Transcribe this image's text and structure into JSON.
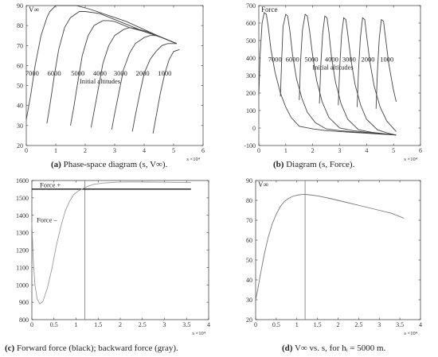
{
  "captions": {
    "a": {
      "letter": "(a)",
      "text": "Phase-space diagram (s, V∞)."
    },
    "b": {
      "letter": "(b)",
      "text": "Diagram (s, Force)."
    },
    "c": {
      "letter": "(c)",
      "text": "Forward force (black); backward force (gray)."
    },
    "d": {
      "letter": "(d)",
      "text": "V∞ vs. s, for hᵢ = 5000 m."
    }
  },
  "chart_data": [
    {
      "id": "a",
      "type": "line",
      "ylabel": "V∞",
      "xlabel": "s",
      "x_multiplier": "×10⁴",
      "xlim": [
        0,
        6
      ],
      "ylim": [
        20,
        90
      ],
      "xticks": [
        "0",
        "1",
        "2",
        "3",
        "4",
        "5",
        "6"
      ],
      "yticks": [
        "20",
        "30",
        "40",
        "50",
        "60",
        "70",
        "80",
        "90"
      ],
      "annotation": "Initial altitudes",
      "altitude_labels": [
        "7000",
        "6000",
        "5000",
        "4000",
        "3000",
        "2000",
        "1000"
      ],
      "series": [
        {
          "name": "7000",
          "x": [
            0,
            0.15,
            0.3,
            0.5,
            0.7,
            0.8,
            1.0,
            1.3,
            1.7,
            2.2,
            2.8,
            3.4,
            4.0,
            4.6,
            5.1
          ],
          "y": [
            33,
            45,
            60,
            75,
            84,
            87,
            90,
            91,
            90,
            88,
            85,
            82,
            78,
            74,
            71
          ]
        },
        {
          "name": "6000",
          "x": [
            0.7,
            0.8,
            0.95,
            1.1,
            1.3,
            1.5,
            1.8,
            2.0,
            2.5,
            3.0,
            3.5,
            4.0,
            4.6,
            5.1
          ],
          "y": [
            31,
            40,
            55,
            68,
            79,
            84,
            87,
            87,
            86,
            83,
            80,
            77,
            74,
            71
          ]
        },
        {
          "name": "5000",
          "x": [
            1.5,
            1.6,
            1.75,
            1.9,
            2.1,
            2.3,
            2.6,
            2.8,
            3.0,
            3.5,
            4.0,
            4.6,
            5.1
          ],
          "y": [
            30,
            38,
            52,
            65,
            75,
            80,
            82.5,
            82.5,
            82,
            79,
            77,
            74,
            71
          ]
        },
        {
          "name": "4000",
          "x": [
            2.2,
            2.3,
            2.45,
            2.6,
            2.8,
            3.0,
            3.3,
            3.5,
            3.7,
            4.1,
            4.6,
            5.1
          ],
          "y": [
            29,
            37,
            49,
            61,
            70,
            75,
            78,
            79,
            78.5,
            77,
            74,
            71
          ]
        },
        {
          "name": "3000",
          "x": [
            2.9,
            3.0,
            3.15,
            3.3,
            3.5,
            3.7,
            4.0,
            4.2,
            4.4,
            4.7,
            5.1
          ],
          "y": [
            28,
            36,
            47,
            58,
            66,
            71,
            74,
            75,
            75,
            73.5,
            71
          ]
        },
        {
          "name": "2000",
          "x": [
            3.6,
            3.7,
            3.85,
            4.0,
            4.2,
            4.4,
            4.6,
            4.8,
            5.1
          ],
          "y": [
            27,
            35,
            46,
            56,
            63,
            67,
            70,
            71,
            71
          ]
        },
        {
          "name": "1000",
          "x": [
            4.3,
            4.4,
            4.55,
            4.7,
            4.85,
            5.0,
            5.2
          ],
          "y": [
            26,
            34,
            46,
            56,
            63,
            67,
            68
          ]
        }
      ]
    },
    {
      "id": "b",
      "type": "line",
      "ylabel": "Force",
      "xlabel": "s",
      "x_multiplier": "×10⁴",
      "xlim": [
        0,
        6
      ],
      "ylim": [
        -100,
        700
      ],
      "xticks": [
        "0",
        "1",
        "2",
        "3",
        "4",
        "5",
        "6"
      ],
      "yticks": [
        "-100",
        "0",
        "100",
        "200",
        "300",
        "400",
        "500",
        "600",
        "700"
      ],
      "annotation": "Initial altitudes",
      "altitude_labels": [
        "7000",
        "6000",
        "5000",
        "4000",
        "3000",
        "2000",
        "1000"
      ],
      "series": [
        {
          "name": "7000",
          "x": [
            0,
            0.05,
            0.12,
            0.2,
            0.28,
            0.35,
            0.45,
            0.6,
            0.8,
            1.0,
            1.2,
            1.5,
            2.0,
            2.5,
            3.0,
            3.5,
            4.0,
            4.5,
            5.1
          ],
          "y": [
            190,
            420,
            600,
            660,
            650,
            580,
            450,
            320,
            200,
            120,
            60,
            10,
            -5,
            -15,
            -20,
            -25,
            -30,
            -35,
            -40
          ]
        },
        {
          "name": "6000",
          "x": [
            0.8,
            0.85,
            0.9,
            1.0,
            1.07,
            1.15,
            1.25,
            1.4,
            1.6,
            1.8,
            2.1,
            2.5,
            3.0,
            3.5,
            4.0,
            4.5,
            5.1
          ],
          "y": [
            180,
            400,
            580,
            650,
            640,
            560,
            420,
            280,
            170,
            90,
            30,
            -5,
            -15,
            -22,
            -28,
            -33,
            -40
          ]
        },
        {
          "name": "5000",
          "x": [
            1.5,
            1.55,
            1.62,
            1.72,
            1.8,
            1.88,
            2.0,
            2.15,
            2.35,
            2.6,
            3.0,
            3.5,
            4.0,
            4.5,
            5.1
          ],
          "y": [
            160,
            380,
            560,
            650,
            640,
            560,
            410,
            270,
            150,
            60,
            0,
            -15,
            -25,
            -32,
            -40
          ]
        },
        {
          "name": "4000",
          "x": [
            2.25,
            2.3,
            2.37,
            2.45,
            2.53,
            2.6,
            2.7,
            2.85,
            3.05,
            3.3,
            3.7,
            4.2,
            4.7,
            5.1
          ],
          "y": [
            140,
            360,
            540,
            640,
            630,
            550,
            400,
            260,
            140,
            50,
            -10,
            -25,
            -33,
            -40
          ]
        },
        {
          "name": "3000",
          "x": [
            2.95,
            3.0,
            3.07,
            3.15,
            3.23,
            3.3,
            3.42,
            3.57,
            3.78,
            4.0,
            4.4,
            4.8,
            5.1
          ],
          "y": [
            130,
            340,
            530,
            630,
            620,
            540,
            390,
            250,
            130,
            50,
            -10,
            -30,
            -40
          ]
        },
        {
          "name": "2000",
          "x": [
            3.65,
            3.7,
            3.77,
            3.85,
            3.93,
            4.0,
            4.12,
            4.28,
            4.5,
            4.75,
            5.1
          ],
          "y": [
            120,
            330,
            520,
            630,
            620,
            530,
            380,
            240,
            120,
            40,
            -20
          ]
        },
        {
          "name": "1000",
          "x": [
            4.35,
            4.4,
            4.47,
            4.55,
            4.63,
            4.7,
            4.82,
            4.98,
            5.1
          ],
          "y": [
            110,
            320,
            510,
            620,
            610,
            520,
            370,
            230,
            150
          ]
        }
      ]
    },
    {
      "id": "c",
      "type": "line",
      "xlabel": "s",
      "x_multiplier": "×10⁴",
      "xlim": [
        0,
        4
      ],
      "ylim": [
        800,
        1600
      ],
      "xticks": [
        "0",
        "0.5",
        "1",
        "1.5",
        "2",
        "2.5",
        "3",
        "3.5",
        "4"
      ],
      "yticks": [
        "800",
        "900",
        "1000",
        "1100",
        "1200",
        "1300",
        "1400",
        "1500",
        "1600"
      ],
      "labels": {
        "forward": "Force +",
        "backward": "Force –"
      },
      "marker_x": 1.2,
      "series": [
        {
          "name": "Force +",
          "color": "#000000",
          "x": [
            0,
            3.6
          ],
          "y": [
            1550,
            1550
          ]
        },
        {
          "name": "Force –",
          "color": "#9a9a9a",
          "x": [
            0,
            0.03,
            0.07,
            0.12,
            0.18,
            0.25,
            0.35,
            0.45,
            0.55,
            0.65,
            0.75,
            0.85,
            0.95,
            1.05,
            1.15,
            1.25,
            1.4,
            1.6,
            1.9,
            2.2,
            2.6,
            3.0,
            3.3,
            3.6
          ],
          "y": [
            1360,
            1150,
            1000,
            920,
            890,
            905,
            980,
            1090,
            1220,
            1330,
            1420,
            1480,
            1520,
            1540,
            1553,
            1565,
            1578,
            1585,
            1590,
            1592,
            1591,
            1590,
            1589,
            1588
          ]
        }
      ]
    },
    {
      "id": "d",
      "type": "line",
      "ylabel": "V∞",
      "xlabel": "s",
      "x_multiplier": "×10⁴",
      "xlim": [
        0,
        4
      ],
      "ylim": [
        20,
        90
      ],
      "xticks": [
        "0",
        "0.5",
        "1",
        "1.5",
        "2",
        "2.5",
        "3",
        "3.5",
        "4"
      ],
      "yticks": [
        "20",
        "30",
        "40",
        "50",
        "60",
        "70",
        "80",
        "90"
      ],
      "marker_x": 1.2,
      "series": [
        {
          "name": "V∞",
          "color": "#777777",
          "x": [
            0,
            0.05,
            0.1,
            0.2,
            0.3,
            0.4,
            0.5,
            0.6,
            0.7,
            0.8,
            0.9,
            1.0,
            1.1,
            1.2,
            1.3,
            1.5,
            1.8,
            2.2,
            2.6,
            3.0,
            3.3,
            3.6
          ],
          "y": [
            30,
            35,
            41,
            52,
            61,
            68,
            73,
            77,
            79.5,
            81,
            82,
            82.6,
            82.9,
            83,
            82.8,
            82.3,
            81,
            79,
            77,
            75,
            73.5,
            71
          ]
        }
      ]
    }
  ]
}
